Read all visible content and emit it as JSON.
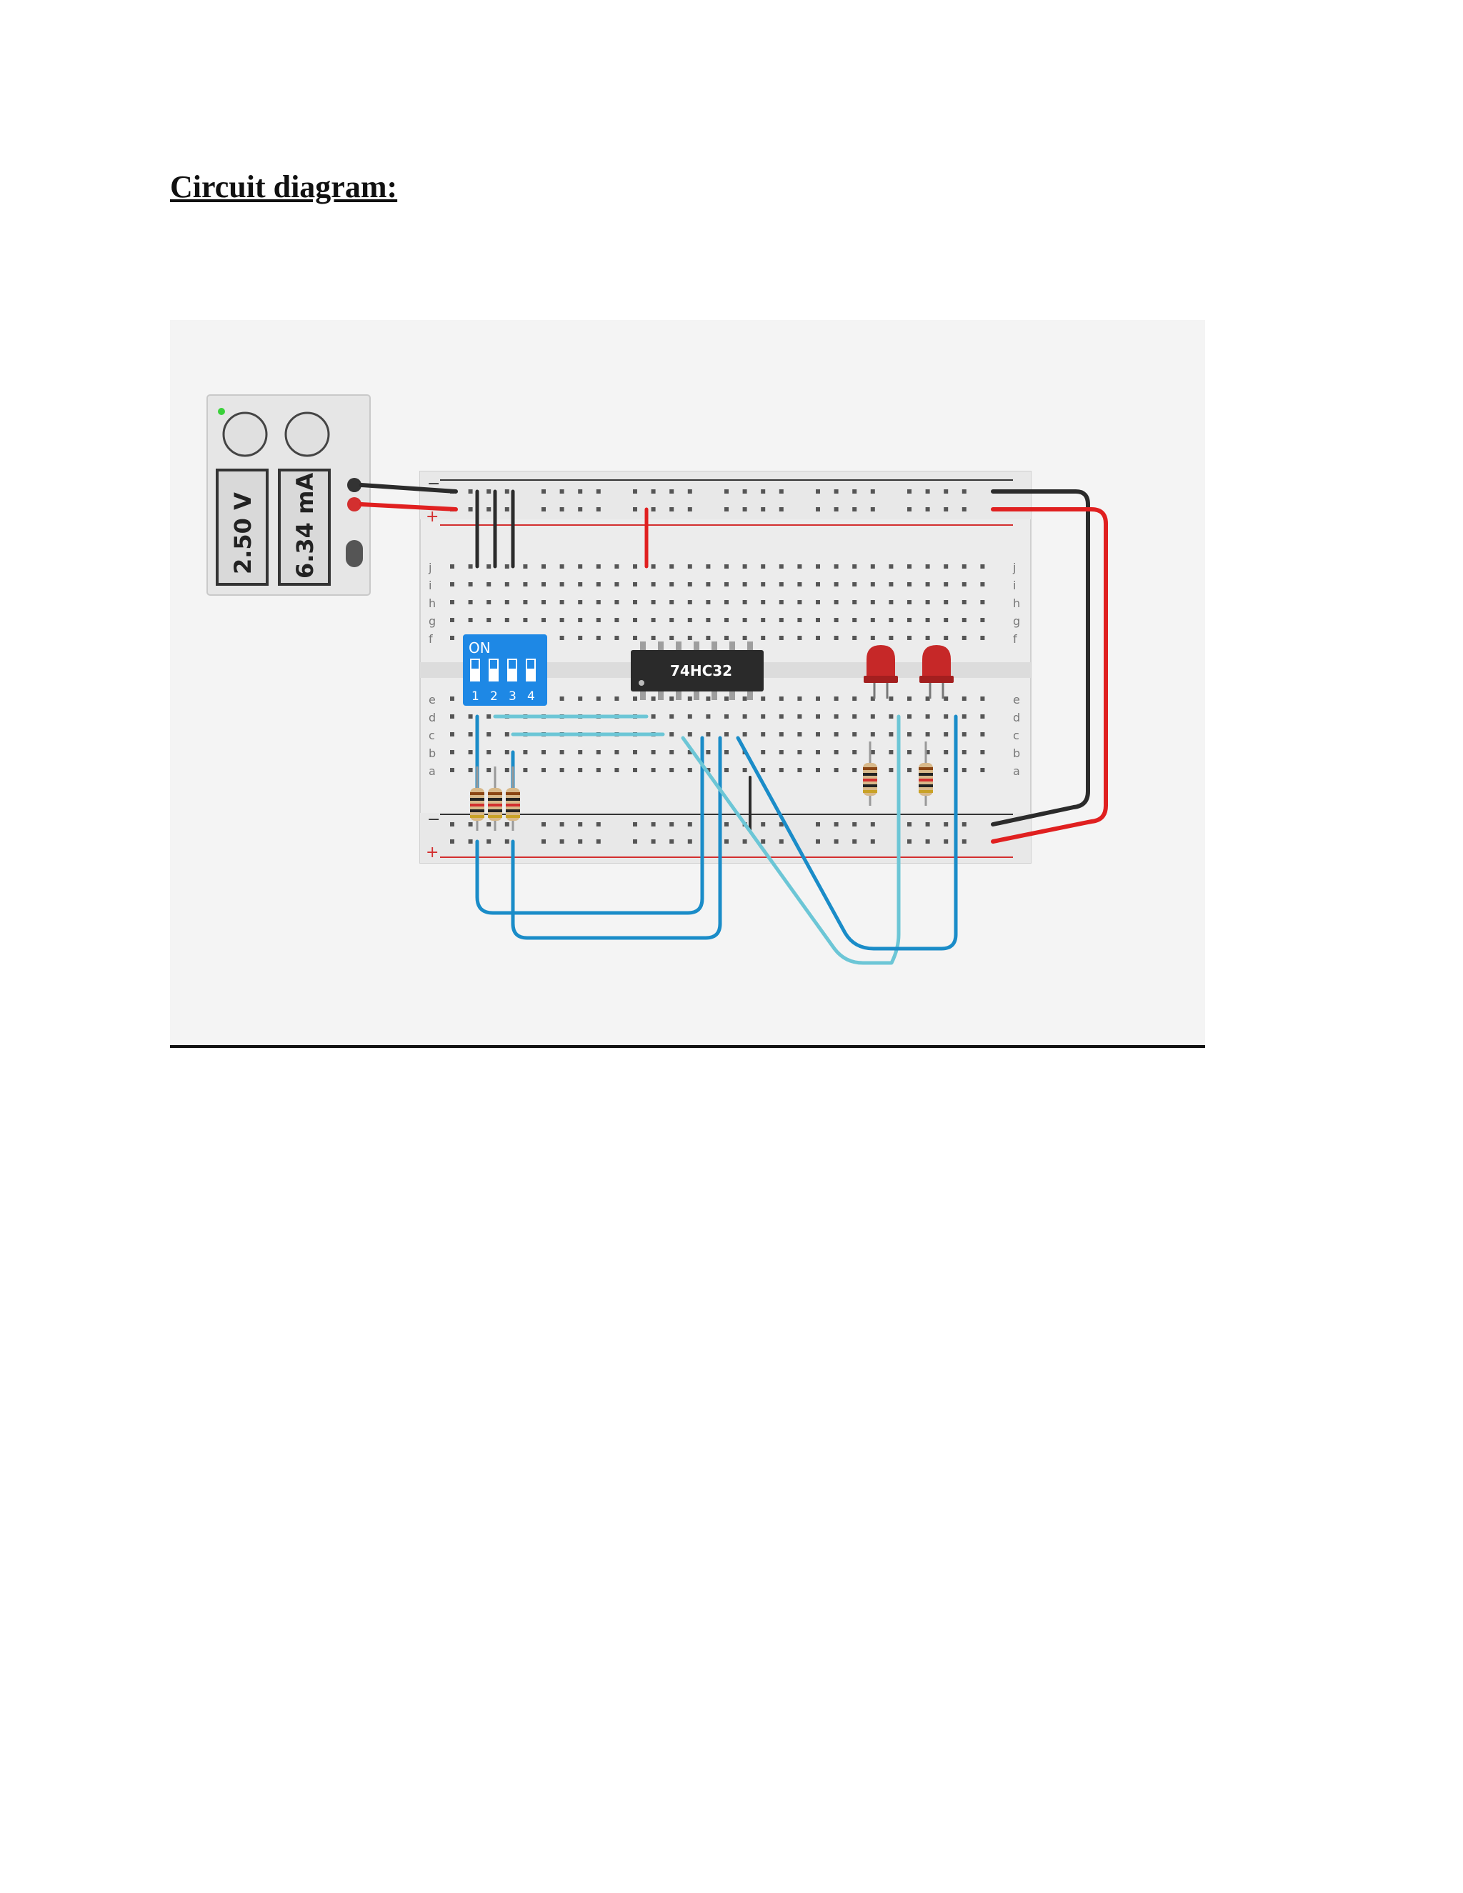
{
  "document": {
    "heading": "Circuit diagram:"
  },
  "power_supply": {
    "voltage": "2.50 V",
    "current": "6.34 mA"
  },
  "breadboard": {
    "row_letters_top": [
      "j",
      "i",
      "h",
      "g",
      "f"
    ],
    "row_letters_bottom": [
      "e",
      "d",
      "c",
      "b",
      "a"
    ],
    "rail_minus": "−",
    "rail_plus": "+"
  },
  "dip_switch": {
    "label": "ON",
    "positions": [
      "1",
      "2",
      "3",
      "4"
    ]
  },
  "ic": {
    "label": "74HC32"
  },
  "colors": {
    "red_wire": "#e02020",
    "black_wire": "#2b2b2b",
    "blue_wire": "#1a8cc8",
    "light_blue_wire": "#6cc6d6",
    "led_red": "#c62828",
    "switch_blue": "#1e88e5"
  }
}
